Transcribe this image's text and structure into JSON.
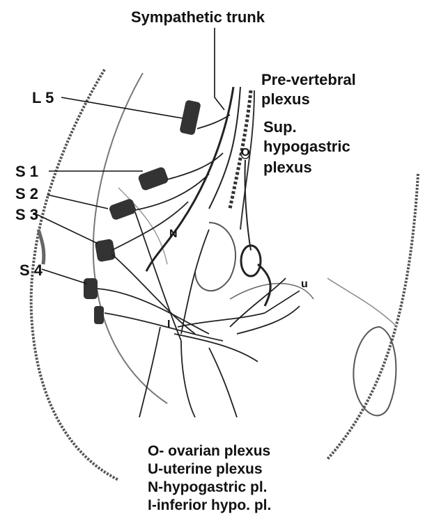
{
  "colors": {
    "ink": "#111111",
    "sketch": "#444444",
    "paper": "#ffffff"
  },
  "labels": {
    "sympathetic_trunk": "Sympathetic trunk",
    "pre_vertebral_1": "Pre-vertebral",
    "pre_vertebral_2": "plexus",
    "sup_hypo_1": "Sup.",
    "sup_hypo_2": "hypogastric",
    "sup_hypo_3": "plexus",
    "l5": "L 5",
    "s1": "S 1",
    "s2": "S 2",
    "s3": "S 3",
    "s4": "S 4",
    "o": "O",
    "n": "N",
    "u": "u",
    "i": "I"
  },
  "legend": [
    "O- ovarian plexus",
    "U-uterine plexus",
    "N-hypogastric pl.",
    "I-inferior hypo. pl."
  ]
}
